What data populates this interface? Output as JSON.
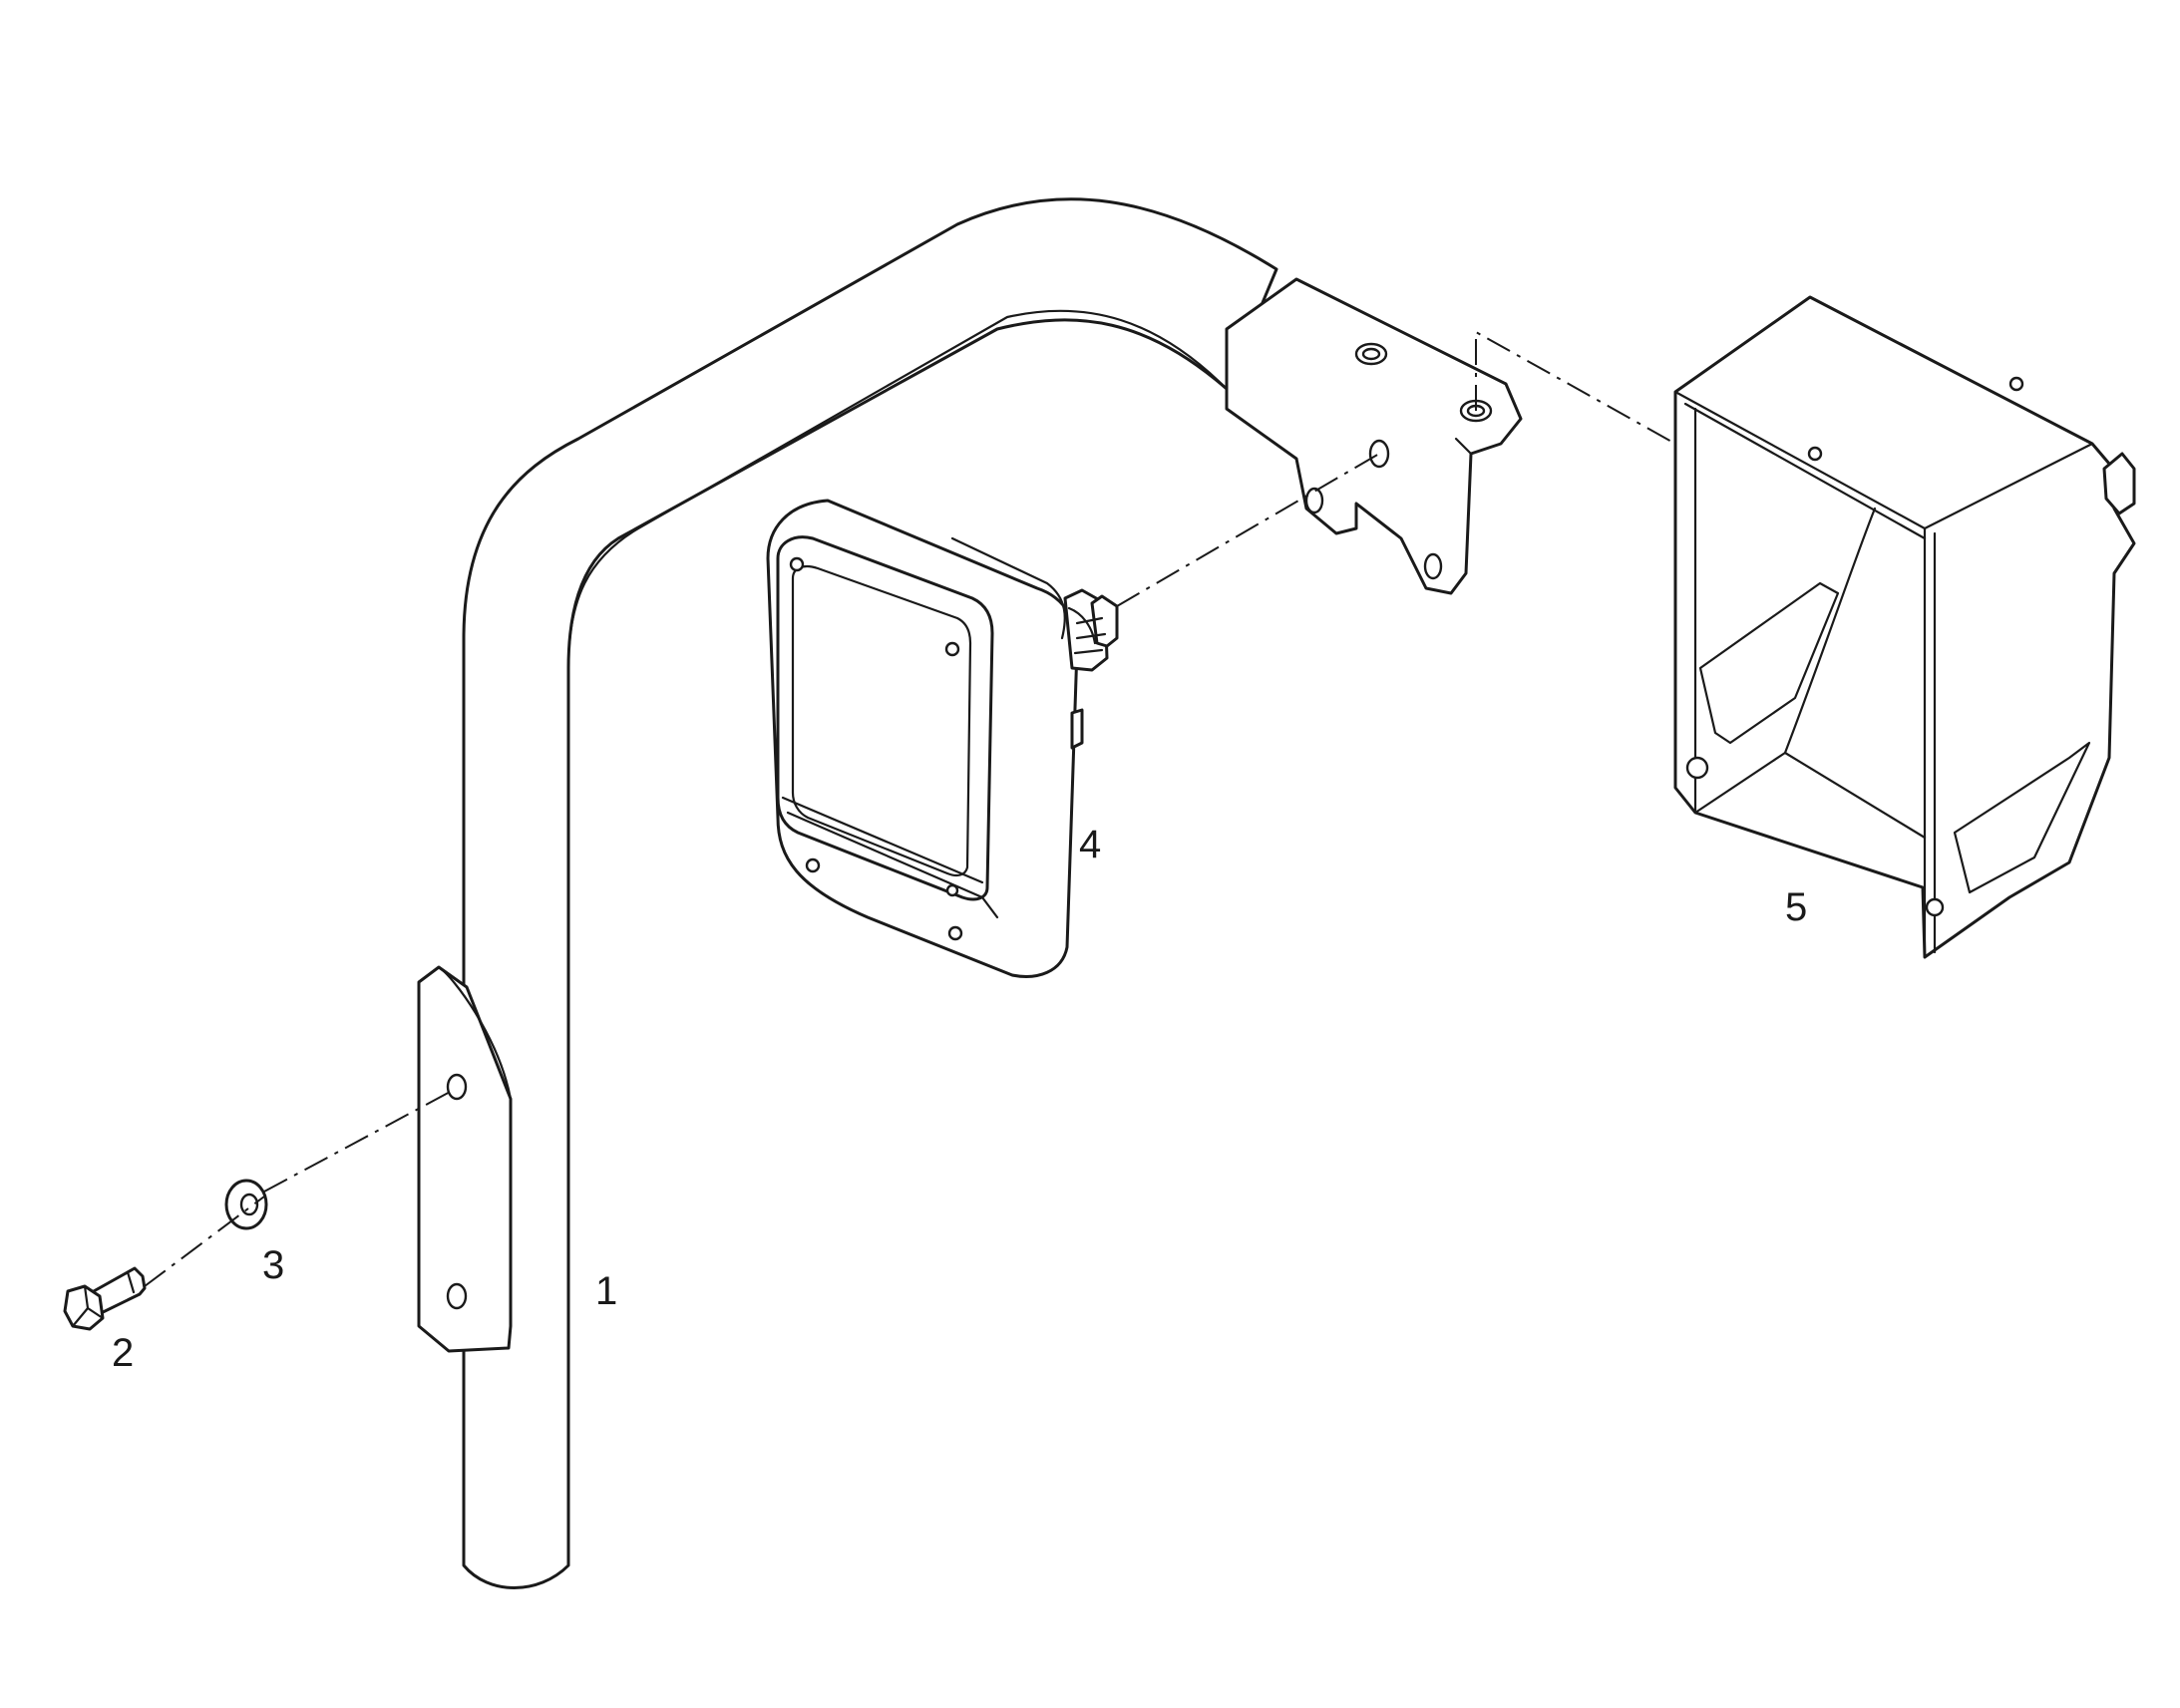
{
  "diagram": {
    "callouts": [
      {
        "id": "part-1",
        "label": "1"
      },
      {
        "id": "part-2",
        "label": "2"
      },
      {
        "id": "part-3",
        "label": "3"
      },
      {
        "id": "part-4",
        "label": "4"
      },
      {
        "id": "part-5",
        "label": "5"
      }
    ],
    "colors": {
      "line": "#1a1a1a",
      "background": "#ffffff"
    }
  }
}
